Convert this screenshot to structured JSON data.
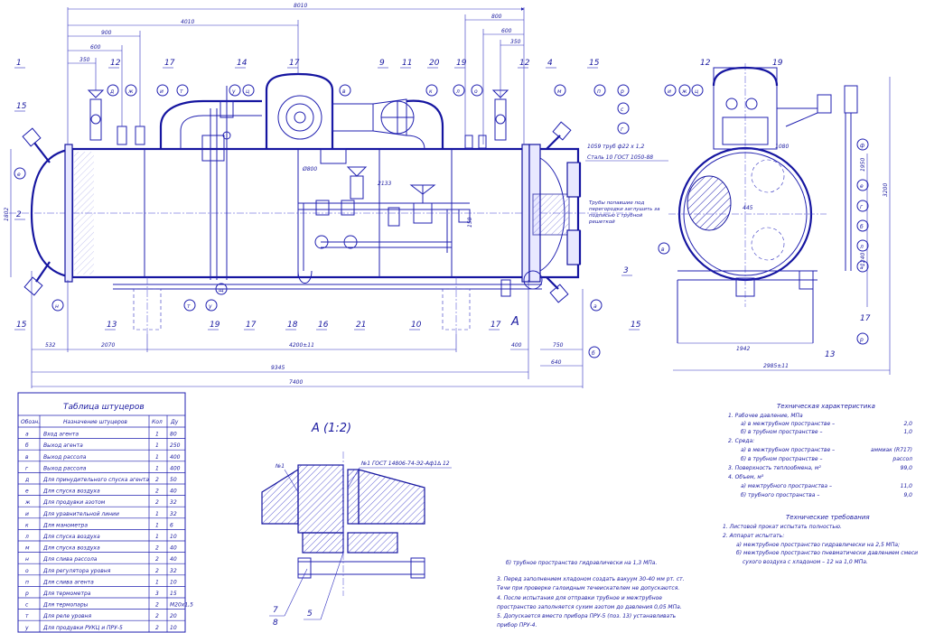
{
  "dimensions": {
    "top": [
      "8010",
      "4010",
      "900",
      "600",
      "350",
      "800",
      "600",
      "350"
    ],
    "bottom": [
      "532",
      "2070",
      "4200±11",
      "9345",
      "7400",
      "400",
      "750",
      "640"
    ],
    "misc": [
      "Ø800",
      "2133",
      "150",
      "1802"
    ],
    "side": [
      "1942",
      "2985±11",
      "445",
      "1080",
      "1950",
      "3200",
      "1240"
    ]
  },
  "callouts_main": [
    "1",
    "2",
    "12",
    "17",
    "14",
    "17",
    "9",
    "11",
    "20",
    "19",
    "12",
    "4",
    "15",
    "15",
    "15",
    "13",
    "17",
    "18",
    "16",
    "21",
    "10",
    "17",
    "15",
    "3",
    "19"
  ],
  "letter_tags": [
    "д",
    "ж",
    "и",
    "т",
    "у",
    "ц",
    "в",
    "к",
    "л",
    "о",
    "м",
    "п",
    "р",
    "с",
    "г",
    "е",
    "н",
    "т",
    "у",
    "щ",
    "а",
    "б"
  ],
  "side_callouts": [
    "12",
    "19",
    "17",
    "13"
  ],
  "side_letters": [
    "и",
    "ж",
    "ц",
    "ф",
    "е",
    "г",
    "б",
    "в",
    "л",
    "а",
    "р"
  ],
  "section_label": "A",
  "notes_callouts": {
    "pipes": "1059 труб ф22 х 1,2",
    "steel": "Сталь 10 ГОСТ 1050-88",
    "tube_note": "Трубы попавшие под перегородки заглушить за подписью с трубной решеткой"
  },
  "table": {
    "title": "Таблица штуцеров",
    "headers": [
      "Обозн.",
      "Назначение штуцеров",
      "Кол",
      "Ду"
    ],
    "rows": [
      [
        "а",
        "Вход агента",
        "1",
        "80"
      ],
      [
        "б",
        "Выход агента",
        "1",
        "250"
      ],
      [
        "в",
        "Выход рассола",
        "1",
        "400"
      ],
      [
        "г",
        "Выход рассола",
        "1",
        "400"
      ],
      [
        "д",
        "Для принудительного спуска агента",
        "2",
        "50"
      ],
      [
        "е",
        "Для спуска воздуха",
        "2",
        "40"
      ],
      [
        "ж",
        "Для продувки азотом",
        "2",
        "32"
      ],
      [
        "и",
        "Для уравнительной линии",
        "1",
        "32"
      ],
      [
        "к",
        "Для манометра",
        "1",
        "6"
      ],
      [
        "л",
        "Для спуска воздуха",
        "1",
        "10"
      ],
      [
        "м",
        "Для спуска воздуха",
        "2",
        "40"
      ],
      [
        "н",
        "Для слива рассола",
        "2",
        "40"
      ],
      [
        "о",
        "Для регулятора уровня",
        "2",
        "32"
      ],
      [
        "п",
        "Для слива агента",
        "1",
        "10"
      ],
      [
        "р",
        "Для термометра",
        "3",
        "15"
      ],
      [
        "с",
        "Для термопары",
        "2",
        "М20х1,5"
      ],
      [
        "т",
        "Для реле уровня",
        "2",
        "20"
      ],
      [
        "у",
        "Для продувки РУКЦ и ПРУ-5",
        "2",
        "10"
      ]
    ]
  },
  "detail": {
    "title": "А (1:2)",
    "label_n1": "№1",
    "weld": "№1 ГОСТ 14806-74-Э2-Аф1∆ 12",
    "callouts": [
      "7",
      "8",
      "5"
    ]
  },
  "notes_center": [
    "б) трубное пространство гидравлически на 1,3 МПа.",
    "3. Перед заполнением хладоном создать  вакуум 30-40 мм рт. ст.",
    "Течи при проверке галоидным течеискателем не допускаются.",
    "4. После испытания для отправки трубное и межтрубное",
    "пространство заполняется сухим азотом до давления 0,05 МПа.",
    "5. Допускается вместо прибора ПРУ-5 (поз. 13) устанавливать",
    "прибор ПРУ-4."
  ],
  "specs": {
    "title": "Техническая характеристика",
    "lines": [
      [
        "1. Рабочее давление, МПа",
        ""
      ],
      [
        "а) в межтрубном пространстве  –",
        "2,0"
      ],
      [
        "б) в трубном пространстве  –",
        "1,0"
      ],
      [
        "2. Среда:",
        ""
      ],
      [
        "а) в межтрубном пространстве  –",
        "аммиак (R717)"
      ],
      [
        "б) в трубном пространстве  –",
        "рассол"
      ],
      [
        "3. Поверхность теплообмена, м²",
        "99,0"
      ],
      [
        "4. Объем, м³",
        ""
      ],
      [
        "а) межтрубного пространства  –",
        "11,0"
      ],
      [
        "б) трубного пространства  –",
        "9,0"
      ]
    ]
  },
  "requirements": {
    "title": "Технические требования",
    "lines": [
      "1. Листовой прокат испытать полностью.",
      "2. Аппарат испытать:",
      "а) межтрубное пространство гидравлически на 2,5 МПа;",
      "б) межтрубное пространство пневматически давлением смеси",
      "сухого воздуха с хладоном – 12 на 1,0 МПа."
    ]
  },
  "colors": {
    "ink": "#1a1aa0",
    "hatch": "#3535c8",
    "paper": "#ffffff"
  }
}
